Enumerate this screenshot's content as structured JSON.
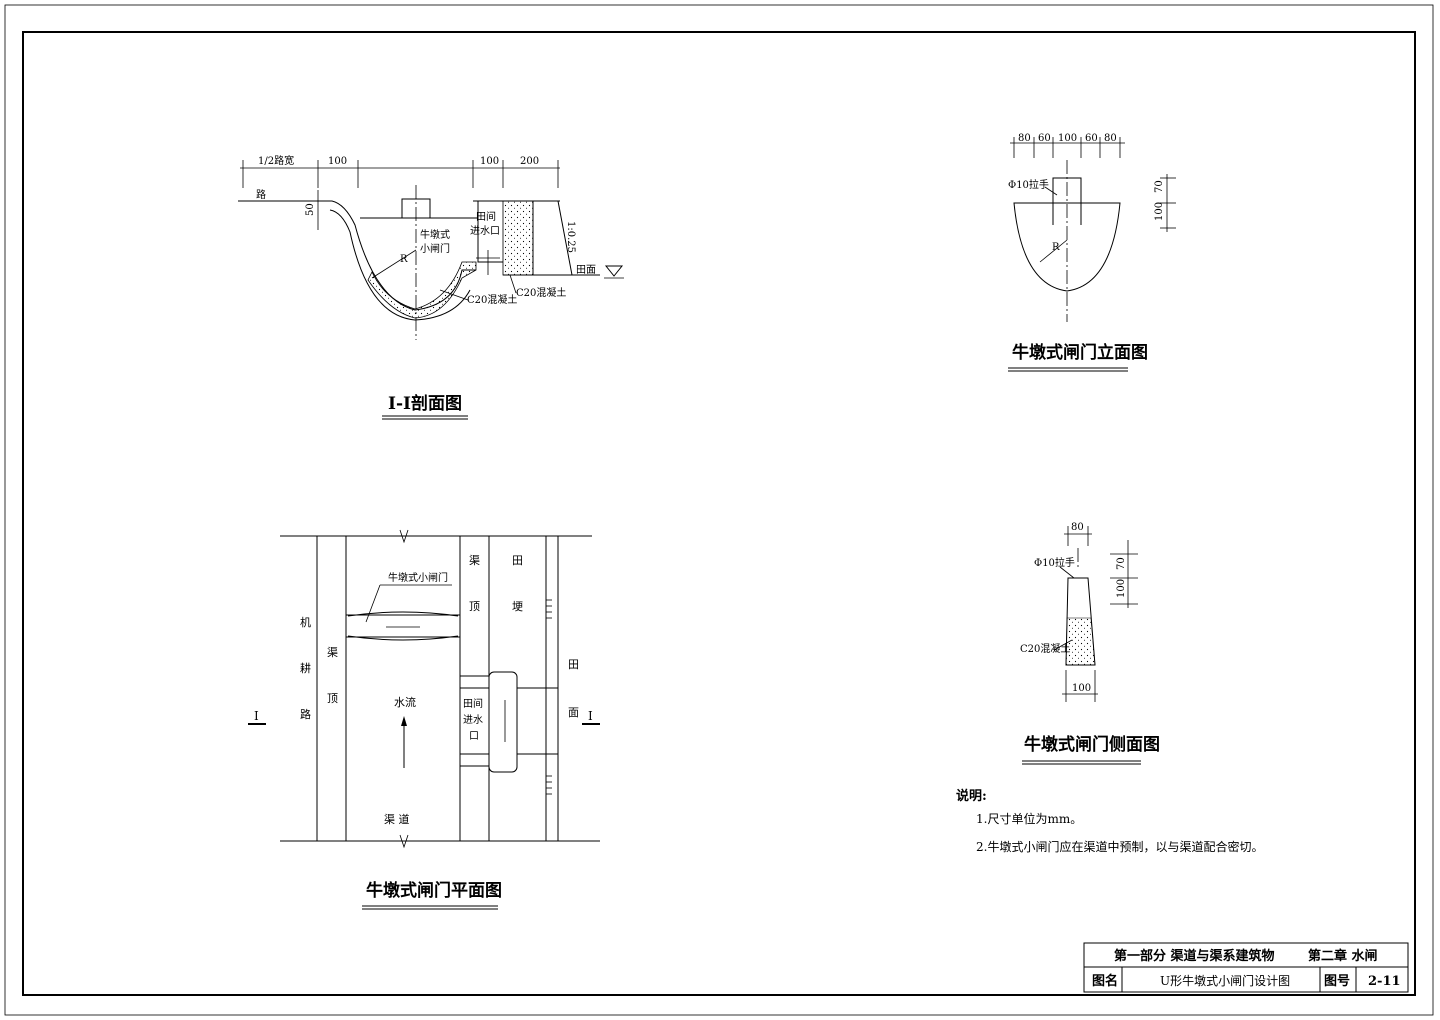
{
  "section_view": {
    "title": "I-I剖面图",
    "dim_half_road": "1/2路宽",
    "dim_100_left": "100",
    "dim_100_right": "100",
    "dim_200": "200",
    "dim_50": "50",
    "label_road": "路",
    "label_gate_line1": "牛墩式",
    "label_gate_line2": "小闸门",
    "label_inlet_line1": "田间",
    "label_inlet_line2": "进水口",
    "label_slope": "1:0.25",
    "label_field": "田面",
    "label_concrete_1": "C20混凝土",
    "label_concrete_2": "C20混凝土",
    "label_R": "R"
  },
  "elevation_view": {
    "title": "牛墩式闸门立面图",
    "dims_top": [
      "80",
      "60",
      "100",
      "60",
      "80"
    ],
    "label_handle": "Φ10拉手",
    "dim_70": "70",
    "dim_100": "100",
    "label_R": "R"
  },
  "plan_view": {
    "title": "牛墩式闸门平面图",
    "label_gate": "牛墩式小闸门",
    "label_machine_road": [
      "机",
      "耕",
      "路"
    ],
    "label_canal_top_left": [
      "渠",
      "顶"
    ],
    "label_canal_top_right": [
      "渠",
      "顶"
    ],
    "label_field_ridge": [
      "田",
      "埂"
    ],
    "label_field_surface": [
      "田",
      "面"
    ],
    "label_water_flow": "水流",
    "label_channel": "渠        道",
    "label_inlet": [
      "田间",
      "进水",
      "口"
    ],
    "section_mark_left": "I",
    "section_mark_right": "I"
  },
  "side_view": {
    "title": "牛墩式闸门侧面图",
    "dim_80": "80",
    "label_handle": "Φ10拉手",
    "dim_70": "70",
    "dim_100": "100",
    "label_concrete": "C20混凝土",
    "dim_100_bottom": "100"
  },
  "notes": {
    "heading": "说明:",
    "items": [
      "1.尺寸单位为mm。",
      "2.牛墩式小闸门应在渠道中预制，以与渠道配合密切。"
    ]
  },
  "title_block": {
    "part": "第一部分   渠道与渠系建筑物",
    "chapter": "第二章   水闸",
    "drawing_name_label": "图名",
    "drawing_name": "U形牛墩式小闸门设计图",
    "drawing_no_label": "图号",
    "drawing_no": "2-11"
  }
}
